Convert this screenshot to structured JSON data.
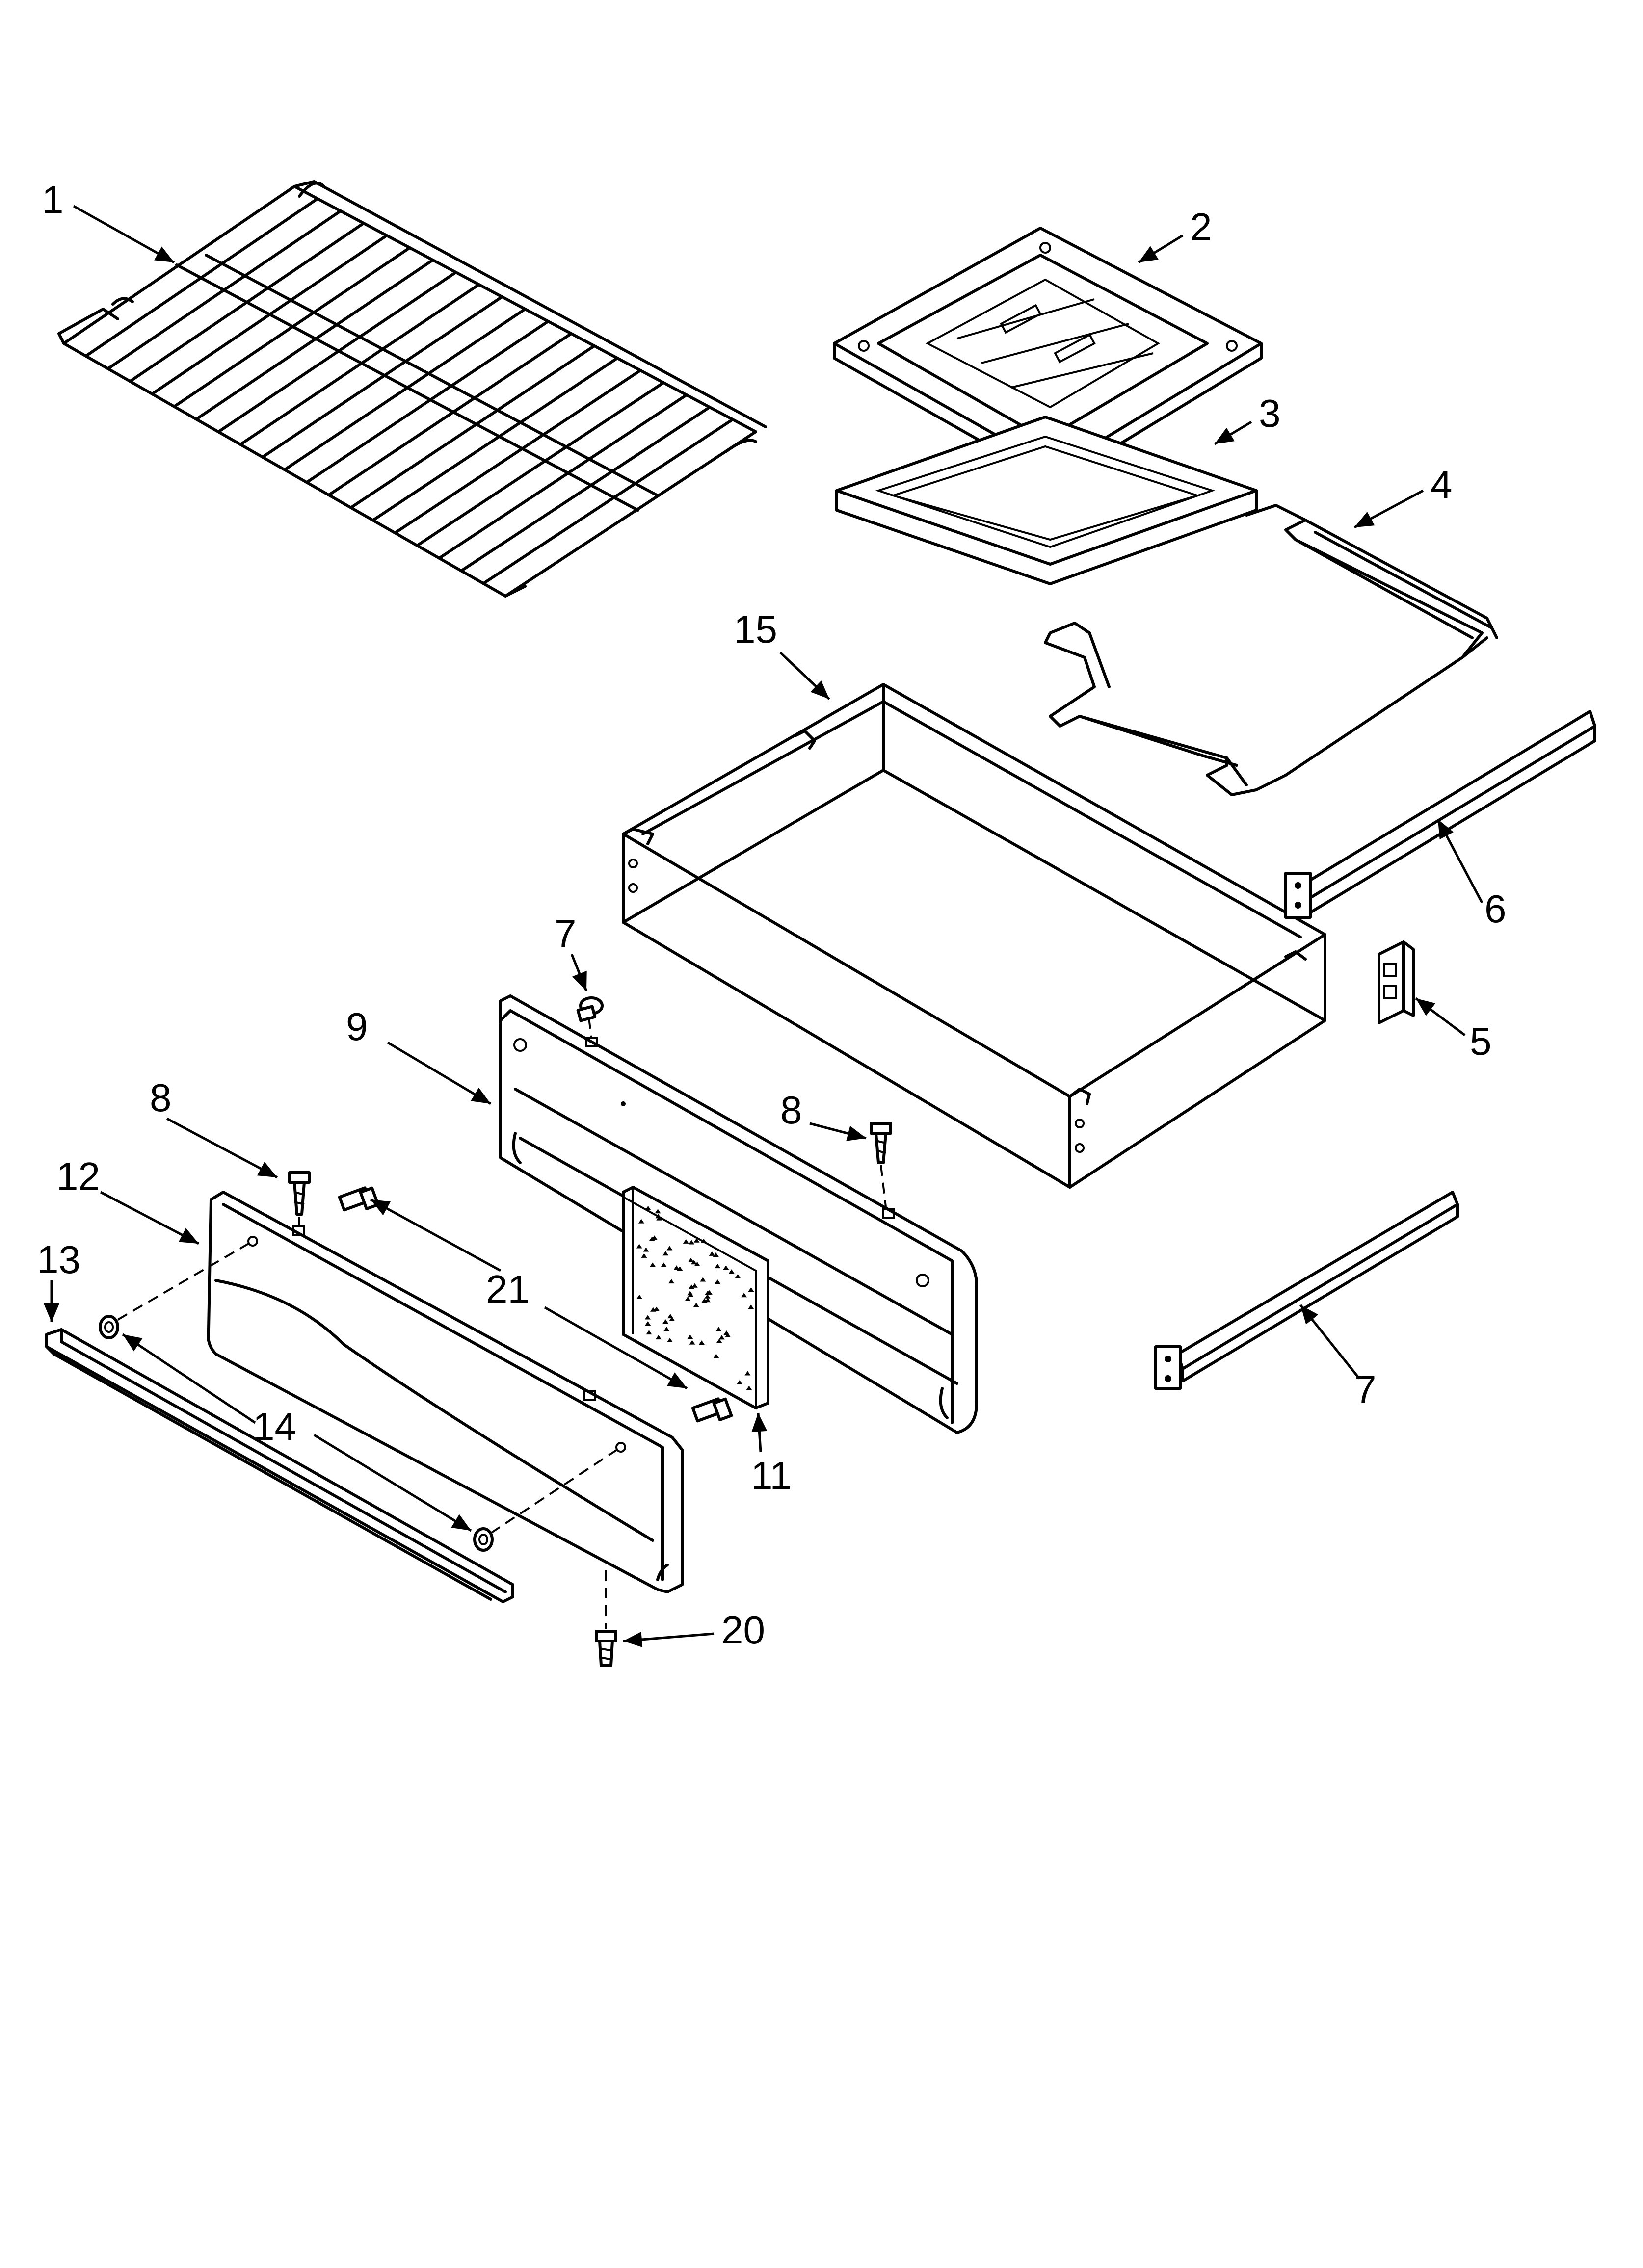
{
  "callouts": [
    {
      "id": "c1",
      "text": "1"
    },
    {
      "id": "c2",
      "text": "2"
    },
    {
      "id": "c3",
      "text": "3"
    },
    {
      "id": "c4",
      "text": "4"
    },
    {
      "id": "c5",
      "text": "5"
    },
    {
      "id": "c6",
      "text": "6"
    },
    {
      "id": "c7a",
      "text": "7"
    },
    {
      "id": "c7b",
      "text": "7"
    },
    {
      "id": "c8a",
      "text": "8"
    },
    {
      "id": "c8b",
      "text": "8"
    },
    {
      "id": "c9",
      "text": "9"
    },
    {
      "id": "c11",
      "text": "11"
    },
    {
      "id": "c12",
      "text": "12"
    },
    {
      "id": "c13",
      "text": "13"
    },
    {
      "id": "c14",
      "text": "14"
    },
    {
      "id": "c15",
      "text": "15"
    },
    {
      "id": "c20",
      "text": "20"
    },
    {
      "id": "c21",
      "text": "21"
    }
  ],
  "colors": {
    "line": "#000000",
    "background": "#ffffff"
  }
}
